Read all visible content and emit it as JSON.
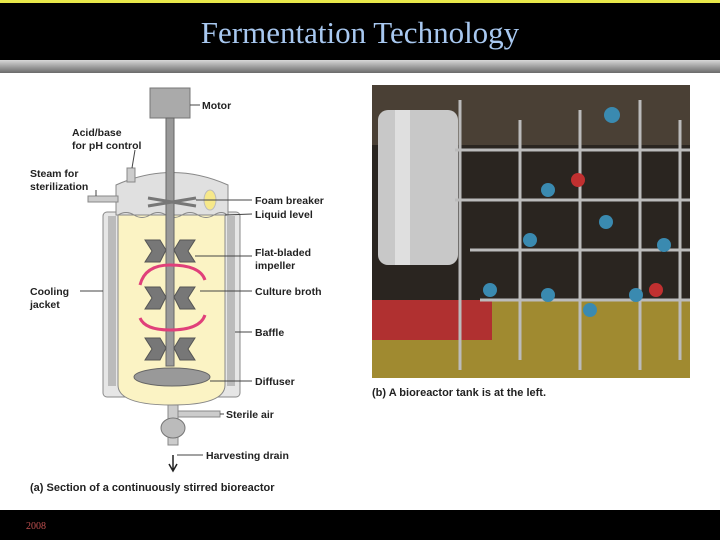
{
  "slide": {
    "title": "Fermentation Technology",
    "footer": "2008"
  },
  "diagram": {
    "labels": {
      "motor": "Motor",
      "acid_base_1": "Acid/base",
      "acid_base_2": "for pH control",
      "steam_1": "Steam for",
      "steam_2": "sterilization",
      "foam_breaker": "Foam breaker",
      "liquid_level": "Liquid level",
      "impeller_1": "Flat-bladed",
      "impeller_2": "impeller",
      "culture_broth": "Culture broth",
      "cooling_1": "Cooling",
      "cooling_2": "jacket",
      "baffle": "Baffle",
      "diffuser": "Diffuser",
      "sterile_air": "Sterile air",
      "harvesting_drain": "Harvesting drain"
    },
    "caption_a_tag": "(a)",
    "caption_a": "Section of a continuously stirred bioreactor",
    "caption_b_tag": "(b)",
    "caption_b": "A bioreactor tank is at the left."
  },
  "colors": {
    "title": "#a8c8f0",
    "broth": "#fbf3c4",
    "arrow": "#e0407a",
    "accent_line": "#e8e84a"
  }
}
